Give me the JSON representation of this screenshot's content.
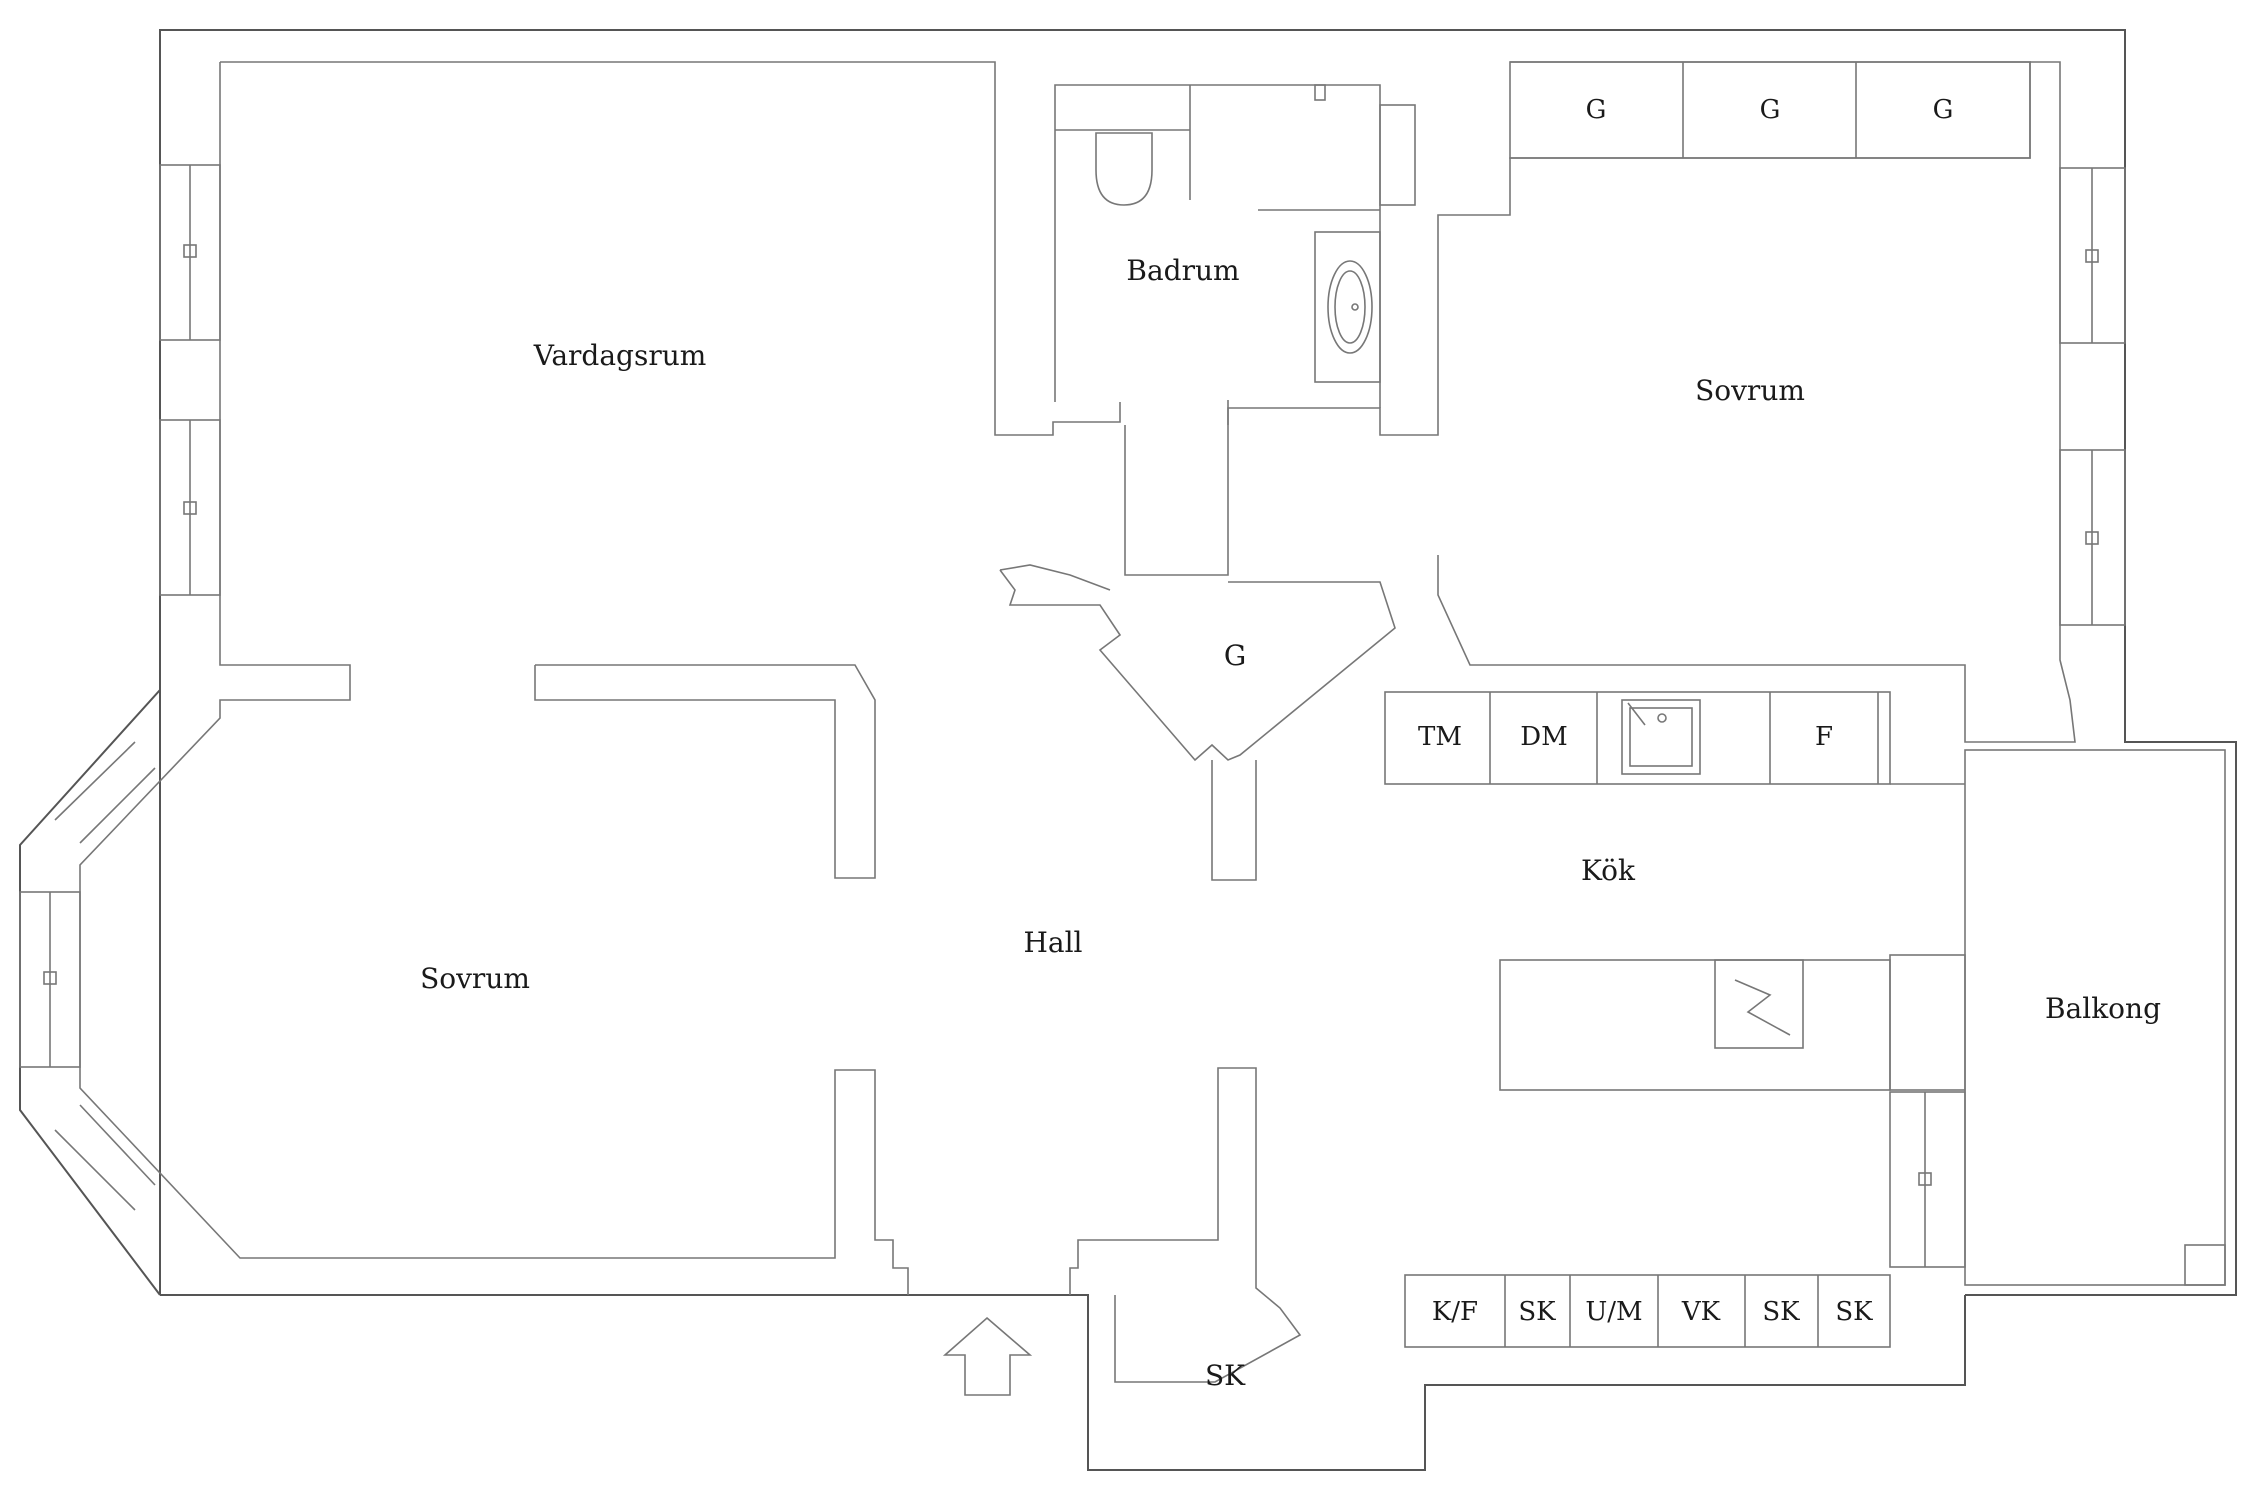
{
  "rooms": {
    "vardagsrum": "Vardagsrum",
    "badrum": "Badrum",
    "sovrum_right": "Sovrum",
    "sovrum_left": "Sovrum",
    "hall": "Hall",
    "kok": "Kök",
    "balkong": "Balkong",
    "closet_center": "G",
    "closet_entry": "SK"
  },
  "wardrobes_top": [
    "G",
    "G",
    "G"
  ],
  "kitchen_counter": [
    "TM",
    "DM",
    "F"
  ],
  "kitchen_bottom": [
    "K/F",
    "SK",
    "U/M",
    "VK",
    "SK",
    "SK"
  ],
  "colors": {
    "line": "#555555",
    "background": "#ffffff"
  },
  "icons": [
    "toilet-icon",
    "sink-icon",
    "kitchen-sink-icon",
    "stove-icon",
    "entrance-arrow-icon"
  ]
}
